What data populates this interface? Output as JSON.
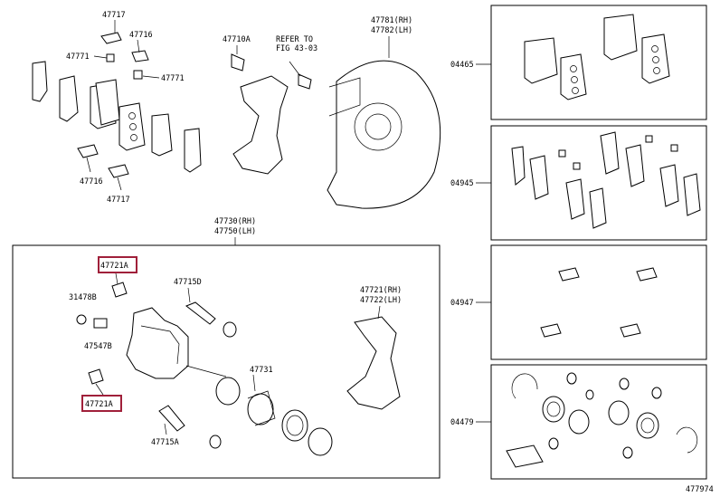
{
  "labels": {
    "p47717_top": "47717",
    "p47716_top": "47716",
    "p47771_left": "47771",
    "p47771_right": "47771",
    "p47716_bottom": "47716",
    "p47717_bottom": "47717",
    "p47710A": "47710A",
    "refer_line1": "REFER TO",
    "refer_line2": "FIG 43-03",
    "p47781": "47781(RH)",
    "p47782": "47782(LH)",
    "p47730": "47730(RH)",
    "p47750": "47750(LH)",
    "p47721A_top": "47721A",
    "p31478B": "31478B",
    "p47547B": "47547B",
    "p47721A_bottom": "47721A",
    "p47715D": "47715D",
    "p47715A": "47715A",
    "p47731": "47731",
    "p47721": "47721(RH)",
    "p47722": "47722(LH)",
    "kit04465": "04465",
    "kit04945": "04945",
    "kit04947": "04947",
    "kit04479": "04479",
    "figure_number": "477974"
  }
}
